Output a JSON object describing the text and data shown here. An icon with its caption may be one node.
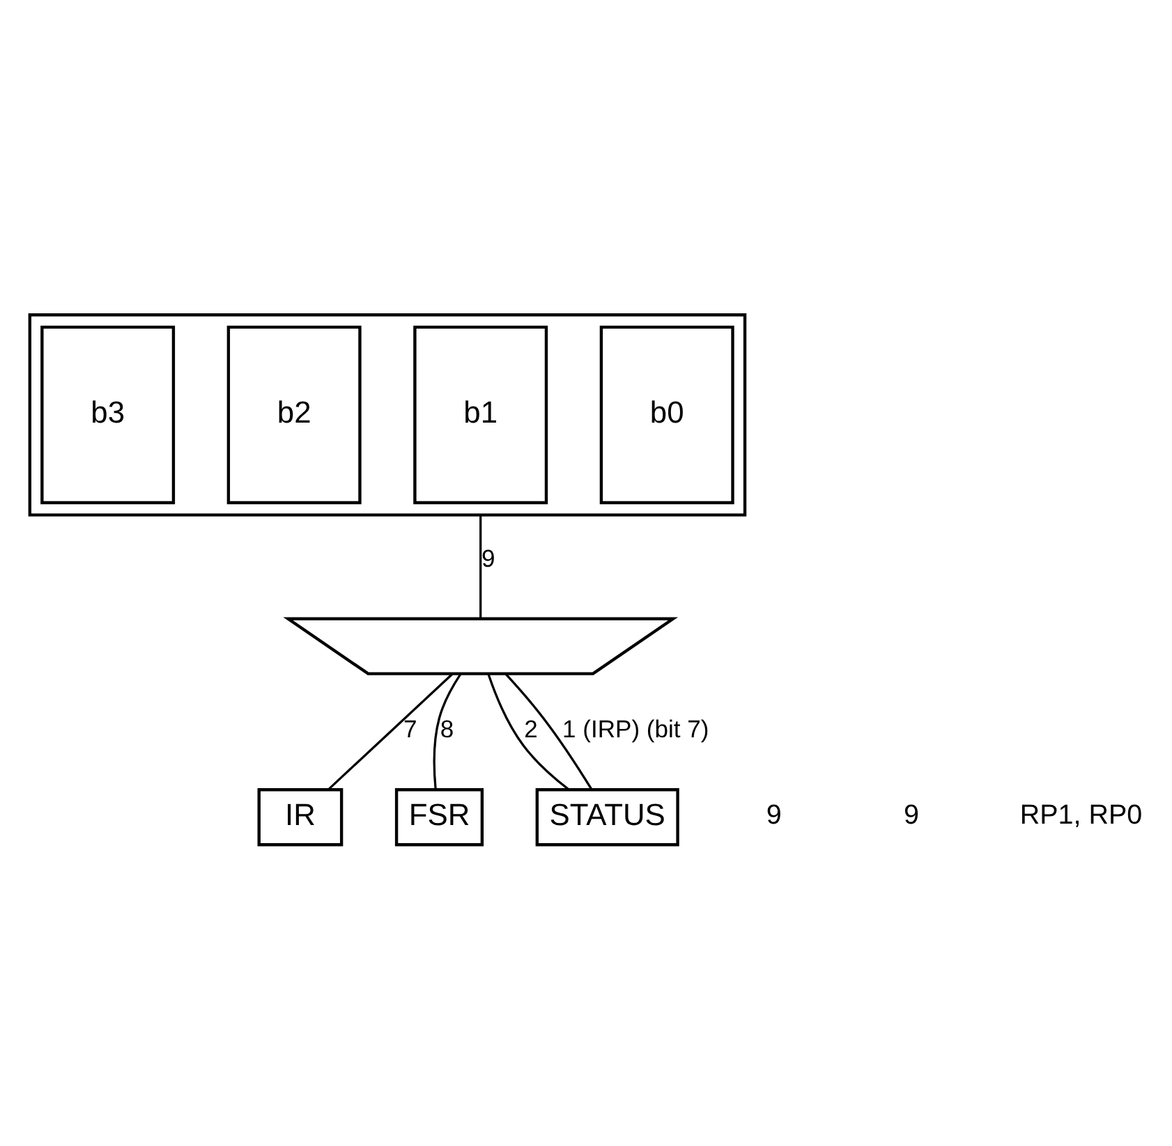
{
  "diagram": {
    "nodes": [
      {
        "text": [],
        "shape": "box"
      },
      {
        "text": [
          "b0"
        ],
        "in": 0
      },
      {
        "text": [
          "b1"
        ],
        "in": 0
      },
      {
        "text": [
          "b2"
        ],
        "in": 0
      },
      {
        "text": [
          "b3"
        ],
        "in": 0
      },
      {
        "text": [],
        "shape": "trapezoid"
      },
      {
        "text": [
          "IR"
        ]
      },
      {
        "text": [
          "FSR"
        ]
      },
      {
        "text": [
          "STATUS"
        ]
      }
    ],
    "edges": [
      {
        "from": 5,
        "to": 0,
        "arrow": "none",
        "label": "9"
      },
      {
        "from": 6,
        "to": 5,
        "arrow": "none",
        "label": "7"
      },
      {
        "from": 8,
        "to": 5,
        "arrow": "none",
        "label": "2"
      },
      {
        "from": 7,
        "to": 5,
        "arrow": "none",
        "label": "8"
      },
      {
        "from": 8,
        "to": 5,
        "arrow": "none",
        "label": "1 (IRP) (bit 7)"
      }
    ],
    "labels": [
      "9",
      "9",
      "RP1, RP0"
    ]
  }
}
